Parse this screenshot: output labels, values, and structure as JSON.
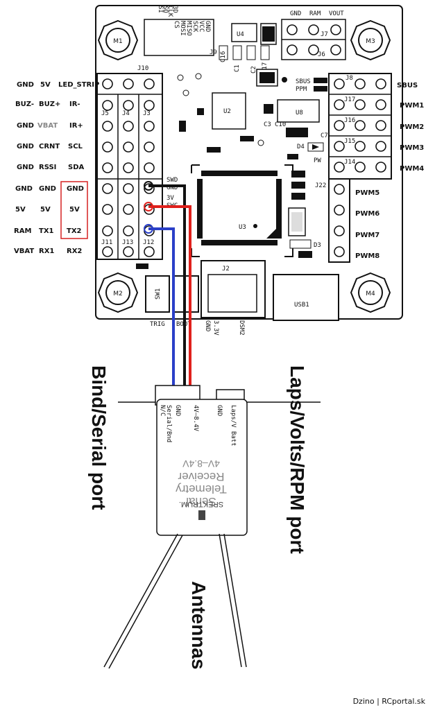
{
  "mounts": [
    "M1",
    "M2",
    "M3",
    "M4"
  ],
  "left_pins": {
    "rows": [
      [
        "GND",
        "5V",
        "LED_STRIP"
      ],
      [
        "BUZ-",
        "BUZ+",
        "IR-"
      ],
      [
        "GND",
        "VBAT",
        "IR+"
      ],
      [
        "GND",
        "CRNT",
        "SCL"
      ],
      [
        "GND",
        "RSSI",
        "SDA"
      ],
      [
        "GND",
        "GND",
        "GND"
      ],
      [
        "5V",
        "5V",
        "5V"
      ],
      [
        "RAM",
        "TX1",
        "TX2"
      ],
      [
        "VBAT",
        "RX1",
        "RX2"
      ]
    ]
  },
  "headers": {
    "J10": "J10",
    "J5": "J5",
    "J4": "J4",
    "J3": "J3",
    "J11": "J11",
    "J13": "J13",
    "J12": "J12",
    "J7": "J7",
    "J6": "J6",
    "J8": "J8",
    "J17": "J17",
    "J16": "J16",
    "J15": "J15",
    "J14": "J14",
    "J22": "J22",
    "J9": "J9",
    "J2": "J2",
    "U2": "U2",
    "U3": "U3",
    "U4": "U4",
    "U8": "U8",
    "SW1": "SW1",
    "USB1": "USB1",
    "D3": "D3",
    "D4": "D4",
    "PW": "PW",
    "C16": "C16",
    "C1": "C1",
    "C2": "C2",
    "C17": "C17",
    "C3": "C3",
    "C10": "C10",
    "C7": "C7"
  },
  "top_labels": {
    "gnd": "GND",
    "ram": "RAM",
    "vout": "VOUT"
  },
  "j9_pins": [
    "GND",
    "VCC",
    "SCK",
    "MISO",
    "MOSI",
    "CS",
    "CLK",
    "SO",
    "SI",
    "3D"
  ],
  "sbus_labels": {
    "sbus": "SBUS",
    "ppm": "PPM"
  },
  "right_pins": [
    "SBUS",
    "PWM1",
    "PWM2",
    "PWM3",
    "PWM4",
    "PWM5",
    "PWM6",
    "PWM7",
    "PWM8"
  ],
  "swd_labels": [
    "SWD",
    "GND",
    "3V",
    "SWC"
  ],
  "bottom_labels": {
    "trig": "TRIG",
    "boot": "BOOT",
    "gnd": "GND",
    "v33": "3.3V",
    "dsm2": "DSM2"
  },
  "receiver": {
    "pins_left": [
      "N/C",
      "Serial/Bnd",
      "GND",
      "4V–8.4V"
    ],
    "pins_right": [
      "GND",
      "Laps/V Batt"
    ],
    "title_lines": [
      "Serial",
      "Telemetry",
      "Receiver",
      "4V–8.4V"
    ],
    "brand": "SPEKTRUM."
  },
  "annotations": {
    "bind": "Bind/Serial port",
    "laps": "Laps/Volts/RPM port",
    "antennas": "Antennas"
  },
  "credit": "Dzino | RCportal.sk",
  "colors": {
    "wire_black": "#111111",
    "wire_red": "#e0201c",
    "wire_blue": "#2a3fc8",
    "highlight": "#d62020"
  }
}
